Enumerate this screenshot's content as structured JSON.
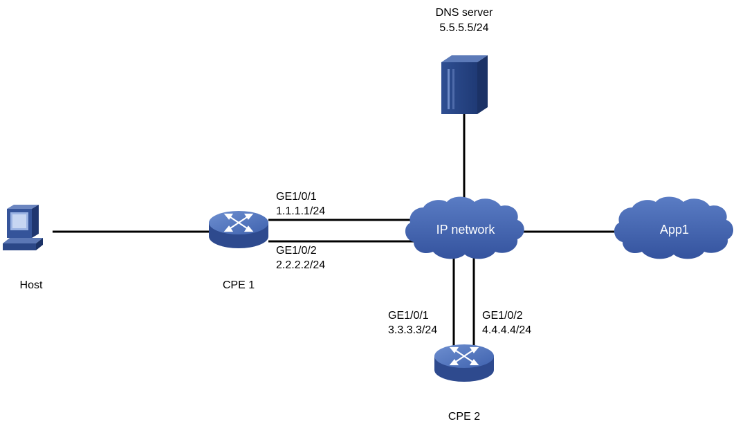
{
  "nodes": {
    "dns_server": {
      "name": "DNS server",
      "ip": "5.5.5.5/24"
    },
    "host": {
      "name": "Host"
    },
    "cpe1": {
      "name": "CPE 1"
    },
    "cpe2": {
      "name": "CPE 2"
    },
    "ip_network": {
      "name": "IP network"
    },
    "app1": {
      "name": "App1"
    }
  },
  "interfaces": {
    "cpe1_ge1": {
      "port": "GE1/0/1",
      "ip": "1.1.1.1/24"
    },
    "cpe1_ge2": {
      "port": "GE1/0/2",
      "ip": "2.2.2.2/24"
    },
    "cpe2_ge1": {
      "port": "GE1/0/1",
      "ip": "3.3.3.3/24"
    },
    "cpe2_ge2": {
      "port": "GE1/0/2",
      "ip": "4.4.4.4/24"
    }
  },
  "colors": {
    "cloud": "#3F5FA8",
    "router_top": "#5678BE",
    "router_side": "#2E4A8E",
    "server": "#2B4A8C",
    "link": "#000000"
  }
}
